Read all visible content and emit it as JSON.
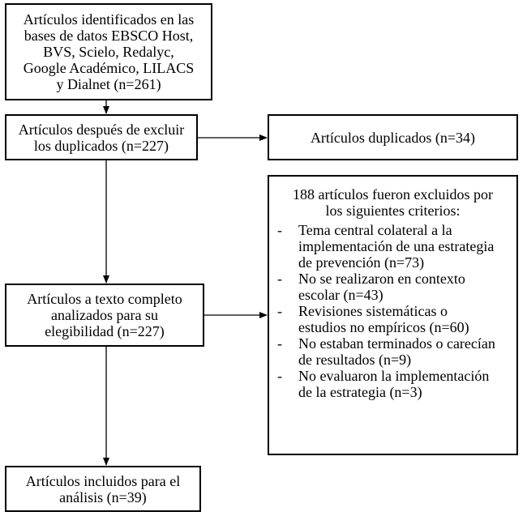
{
  "boxes": {
    "identified": {
      "lines": [
        "Artículos identificados en las",
        "bases de datos EBSCO Host,",
        "BVS, Scielo, Redalyc,",
        "Google Académico, LILACS",
        "y Dialnet (n=261)"
      ]
    },
    "after_duplicates": {
      "lines": [
        "Artículos después de excluir",
        "los duplicados (n=227)"
      ]
    },
    "duplicates": {
      "lines": [
        "Artículos duplicados (n=34)"
      ]
    },
    "excluded": {
      "heading": [
        "188 artículos fueron excluidos por",
        "los siguientes criterios:"
      ],
      "bullet": "-",
      "criteria": [
        [
          "Tema central colateral a la",
          "implementación de una estrategia",
          "de prevención (n=73)"
        ],
        [
          "No se realizaron en contexto",
          "escolar (n=43)"
        ],
        [
          "Revisiones sistemáticas o",
          "estudios no empíricos (n=60)"
        ],
        [
          "No estaban terminados o carecían",
          "de resultados (n=9)"
        ],
        [
          "No evaluaron la implementación",
          "de la estrategia (n=3)"
        ]
      ]
    },
    "full_text": {
      "lines": [
        "Artículos a texto completo",
        "analizados para su",
        "elegibilidad (n=227)"
      ]
    },
    "included": {
      "lines": [
        "Artículos incluidos para el",
        "análisis (n=39)"
      ]
    }
  },
  "colors": {
    "stroke": "#000000",
    "background": "#ffffff"
  }
}
